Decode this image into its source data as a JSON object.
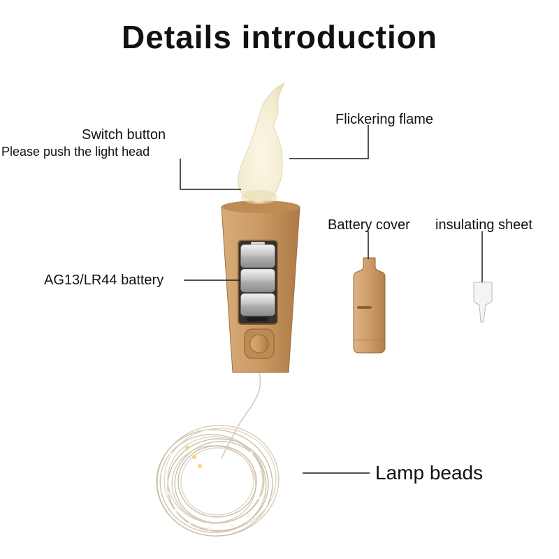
{
  "title": "Details introduction",
  "labels": {
    "flickering_flame": "Flickering flame",
    "switch_button": "Switch button",
    "switch_button_note": "Please push the light head",
    "battery_cover": "Battery cover",
    "insulating_sheet": "insulating sheet",
    "battery": "AG13/LR44 battery",
    "lamp_beads": "Lamp beads"
  },
  "colors": {
    "background": "#ffffff",
    "text": "#111111",
    "line": "#1a1a1a",
    "cork": "#C99A66",
    "cork_shadow": "#96672F",
    "flame": "#F3ECD2",
    "battery_silver": "#C9C9C9",
    "wire": "#D5CAB6",
    "bead_yellow": "#F3D873",
    "bead_pale": "#FBF6E4"
  }
}
